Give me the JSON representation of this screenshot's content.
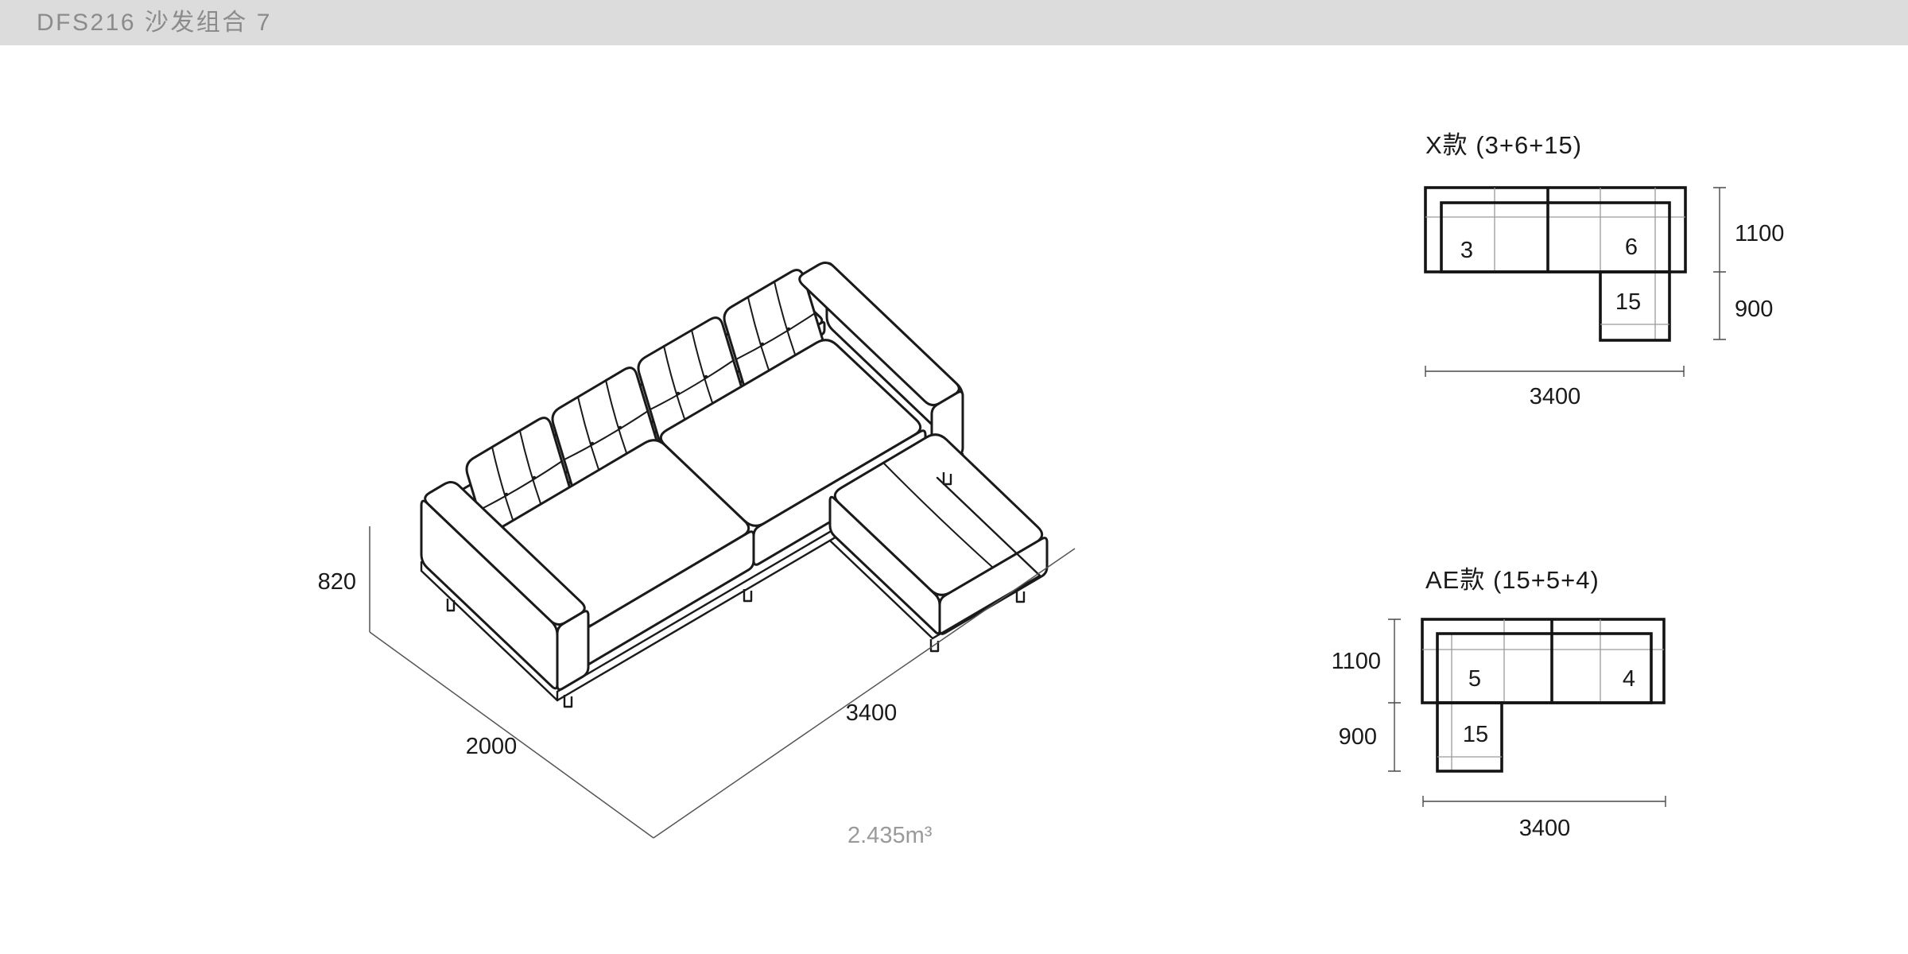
{
  "header": {
    "title": "DFS216 沙发组合 7"
  },
  "isometric": {
    "height": "820",
    "depth": "2000",
    "width": "3400",
    "volume": "2.435m³"
  },
  "plan_x": {
    "title": "X款 (3+6+15)",
    "module_left": "3",
    "module_right": "6",
    "module_chaise": "15",
    "dim_depth": "1100",
    "dim_chaise": "900",
    "dim_width": "3400"
  },
  "plan_ae": {
    "title": "AE款 (15+5+4)",
    "module_left": "5",
    "module_right": "4",
    "module_chaise": "15",
    "dim_depth": "1100",
    "dim_chaise": "900",
    "dim_width": "3400"
  },
  "colors": {
    "header_bg": "#dcdcdc",
    "header_text": "#8b8b8b",
    "line": "#1a1a1a",
    "thin_line": "#9a9a9a",
    "muted_text": "#9a9a9a"
  }
}
